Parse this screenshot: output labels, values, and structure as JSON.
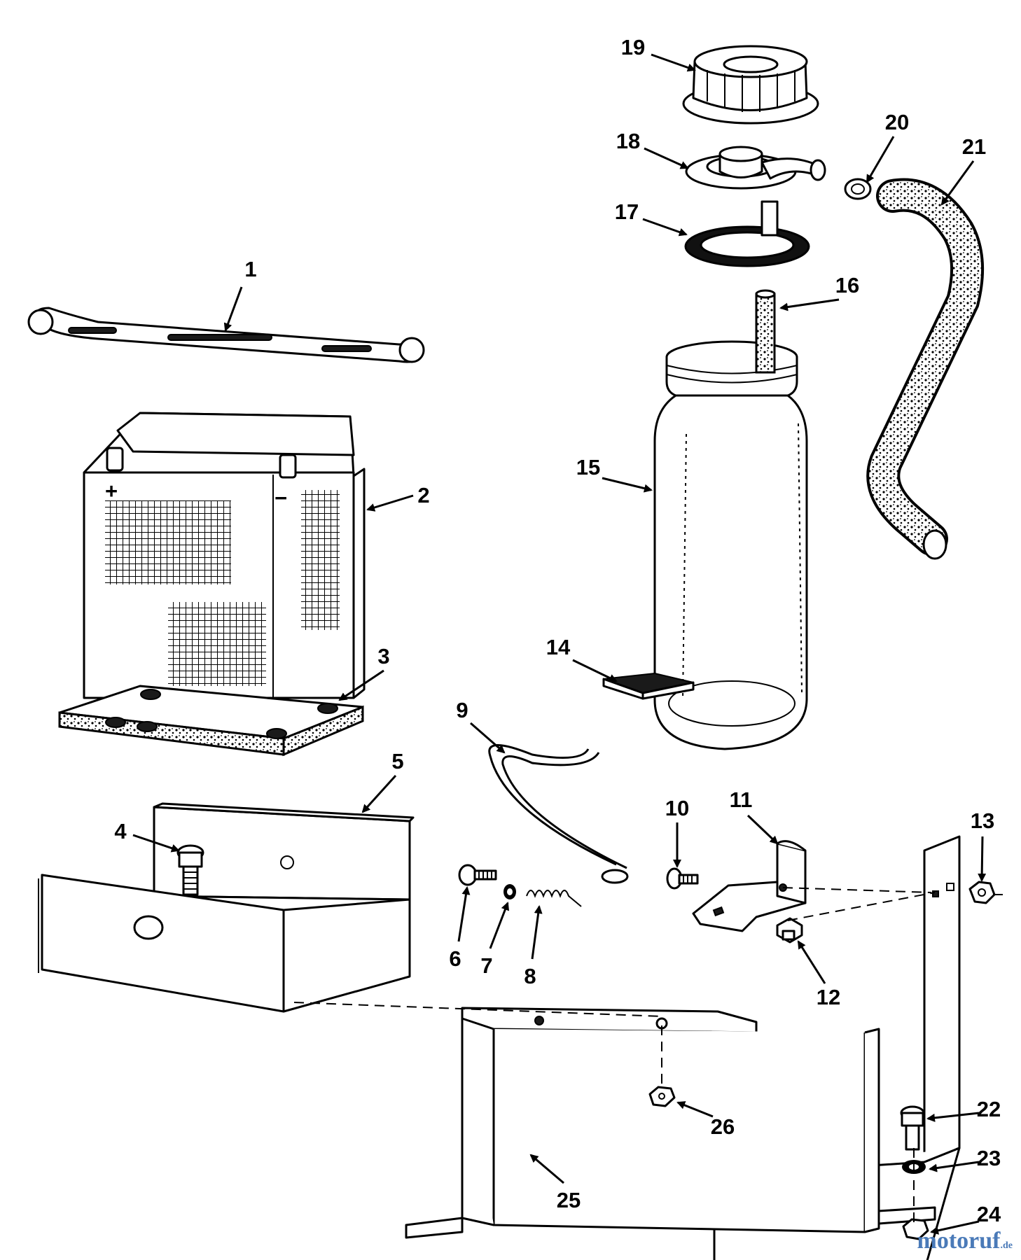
{
  "callouts": [
    {
      "num": "1"
    },
    {
      "num": "2"
    },
    {
      "num": "3"
    },
    {
      "num": "4"
    },
    {
      "num": "5"
    },
    {
      "num": "6"
    },
    {
      "num": "7"
    },
    {
      "num": "8"
    },
    {
      "num": "9"
    },
    {
      "num": "10"
    },
    {
      "num": "11"
    },
    {
      "num": "12"
    },
    {
      "num": "13"
    },
    {
      "num": "14"
    },
    {
      "num": "15"
    },
    {
      "num": "16"
    },
    {
      "num": "17"
    },
    {
      "num": "18"
    },
    {
      "num": "19"
    },
    {
      "num": "20"
    },
    {
      "num": "21"
    },
    {
      "num": "22"
    },
    {
      "num": "23"
    },
    {
      "num": "24"
    },
    {
      "num": "25"
    },
    {
      "num": "26"
    }
  ],
  "battery_terminals": {
    "positive": "+",
    "negative": "−"
  },
  "watermark": {
    "text": "motoruf",
    "suffix": ".de"
  }
}
